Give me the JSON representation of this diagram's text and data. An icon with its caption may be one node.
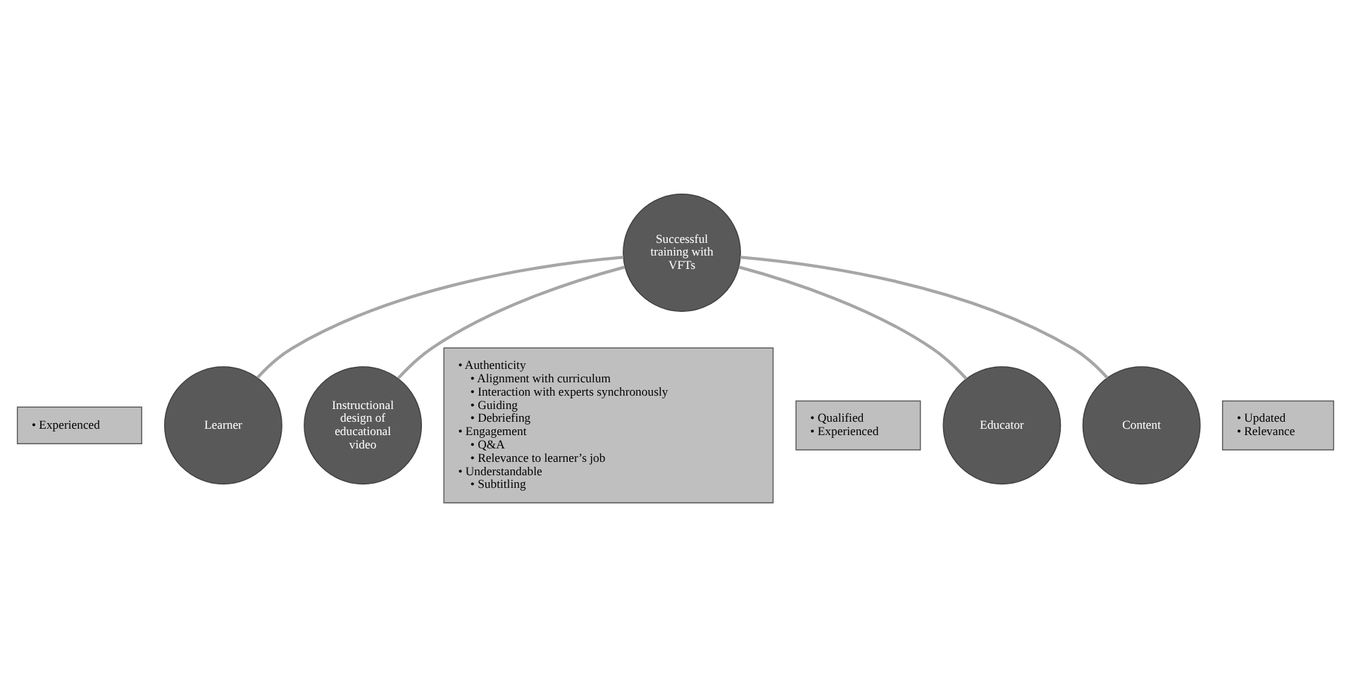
{
  "diagram": {
    "nodes": [
      {
        "text": [
          "• Experienced"
        ]
      },
      {
        "text": [
          "Learner"
        ]
      },
      {
        "text": [
          "Instructional design of educational video"
        ]
      },
      {
        "text": [
          "• Authenticity",
          "• Alignment with curriculum",
          "• Interaction with experts synchronously",
          "• Guiding",
          "• Debriefing",
          "• Engagement",
          "• Q&A",
          "• Relevance to learner’s job",
          "• Understandable",
          "• Subtitling"
        ]
      },
      {
        "text": [
          "Successful training with VFTs"
        ]
      },
      {
        "text": [
          "Educator"
        ]
      },
      {
        "text": [
          "Content"
        ]
      },
      {
        "text": [
          "• Qualified",
          "• Experienced"
        ]
      },
      {
        "text": [
          "• Updated",
          "• Relevance"
        ]
      }
    ],
    "edges": [
      {
        "from": 4,
        "to": 1,
        "arrow": "none"
      },
      {
        "from": 4,
        "to": 2,
        "arrow": "none"
      },
      {
        "from": 4,
        "to": 5,
        "arrow": "none"
      },
      {
        "from": 4,
        "to": 6,
        "arrow": "none"
      }
    ]
  }
}
